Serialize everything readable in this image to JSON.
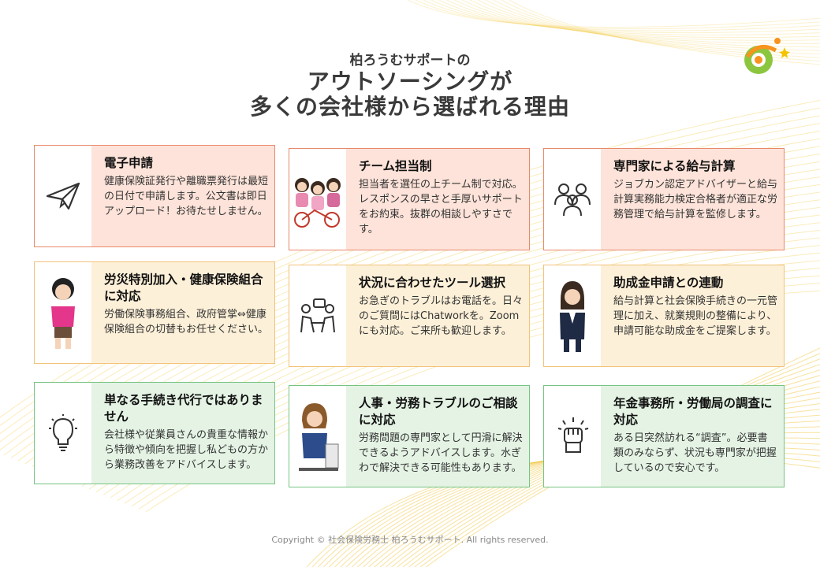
{
  "header": {
    "line1": "柏ろうむサポートの",
    "line2": "アウトソーシングが",
    "line3": "多くの会社様から選ばれる理由"
  },
  "cards": [
    {
      "title": "電子申請",
      "text": "健康保険証発行や離職票発行は最短の日付で申請します。公文書は即日アップロード！お待たせしません。"
    },
    {
      "title": "チーム担当制",
      "text": "担当者を選任の上チーム制で対応。レスポンスの早さと手厚いサポートをお約束。抜群の相談しやすさです。"
    },
    {
      "title": "専門家による給与計算",
      "text": "ジョブカン認定アドバイザーと給与計算実務能力検定合格者が適正な労務管理で給与計算を監修します。"
    },
    {
      "title": "労災特別加入・健康保険組合に対応",
      "text": "労働保険事務組合、政府管掌⇔健康保険組合の切替もお任せください。"
    },
    {
      "title": "状況に合わせたツール選択",
      "text": "お急ぎのトラブルはお電話を。日々のご質問にはChatworkを。Zoomにも対応。ご来所も歓迎します。"
    },
    {
      "title": "助成金申請との連動",
      "text": "給与計算と社会保険手続きの一元管理に加え、就業規則の整備により、申請可能な助成金をご提案します。"
    },
    {
      "title": "単なる手続き代行ではありません",
      "text": "会社様や従業員さんの貴重な情報から特徴や傾向を把握し私どもの方から業務改善をアドバイスします。"
    },
    {
      "title": "人事・労務トラブルのご相談に対応",
      "text": "労務問題の専門家として円滑に解決できるようアドバイスします。水ぎわで解決できる可能性もあります。"
    },
    {
      "title": "年金事務所・労働局の調査に対応",
      "text": "ある日突然訪れる“調査”。必要書類のみならず、状況も専門家が把握しているので安心です。"
    }
  ],
  "icons": [
    "paper-plane-icon",
    "team-illustration-icon",
    "people-icon",
    "staff-illustration-icon",
    "meeting-icon",
    "advisor-illustration-icon",
    "lightbulb-icon",
    "consultant-illustration-icon",
    "fist-icon"
  ],
  "colors": {
    "red_border": "#e8896b",
    "red_fill": "#fde3d9",
    "orange_border": "#f2c27a",
    "orange_fill": "#fdf0d8",
    "green_border": "#76c483",
    "green_fill": "#e4f3e4"
  },
  "footer": {
    "copyright": "Copyright © 社会保険労務士 柏ろうむサポート. All rights reserved."
  }
}
